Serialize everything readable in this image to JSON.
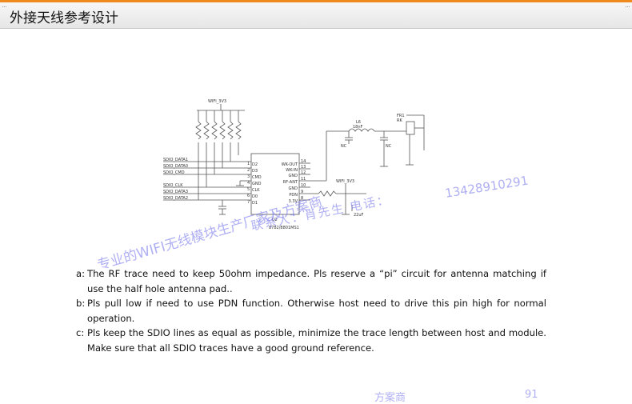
{
  "header": {
    "title": "外接天线参考设计"
  },
  "schematic": {
    "top_net": "WIFI_3V3",
    "right_net": "WIFI_3V3",
    "left_nets": [
      "SDIO_DATA1",
      "SDIO_DATA0",
      "SDIO_CMD",
      "SDIO_CLK",
      "SDIO_DATA3",
      "SDIO_DATA2"
    ],
    "ic_left_pins": [
      "D2",
      "D3",
      "CMD",
      "GND",
      "CLK",
      "D0",
      "D1"
    ],
    "ic_left_nums": [
      "1",
      "2",
      "3",
      "4",
      "5",
      "6",
      "7"
    ],
    "ic_right_pins": [
      "WK-OUT",
      "WK-IN",
      "GND",
      "RF-ANT",
      "GND",
      "PDN",
      "3.3V"
    ],
    "ic_right_nums": [
      "14",
      "13",
      "12",
      "11",
      "10",
      "9",
      "8"
    ],
    "ic_ref": "U2",
    "ic_part": "8782/8801MS1",
    "antenna_ref": "FR1",
    "antenna_label": "RK",
    "inductor_ref": "L6",
    "inductor_value": "18nF",
    "notes_abbrev": "NC",
    "cap_value": "22uF"
  },
  "watermarks": {
    "phone": "13428910291",
    "contact": "联系人：肖先生 电话：",
    "vendor": "专业的WIFI无线模块生产厂家及方案商",
    "bottom_1": "方案商",
    "bottom_2": "91"
  },
  "notes": [
    {
      "letter": "a:",
      "text": "The RF trace need to keep 50ohm impedance. Pls reserve a “pi” circuit for antenna matching if use the half hole antenna pad.."
    },
    {
      "letter": "b:",
      "text": "Pls pull low if need to use PDN function. Otherwise host need to drive this pin high for normal operation."
    },
    {
      "letter": "c:",
      "text": "Pls keep the SDIO lines as equal as possible, minimize the trace length between host and module. Make sure that all SDIO traces have a good ground reference."
    }
  ]
}
